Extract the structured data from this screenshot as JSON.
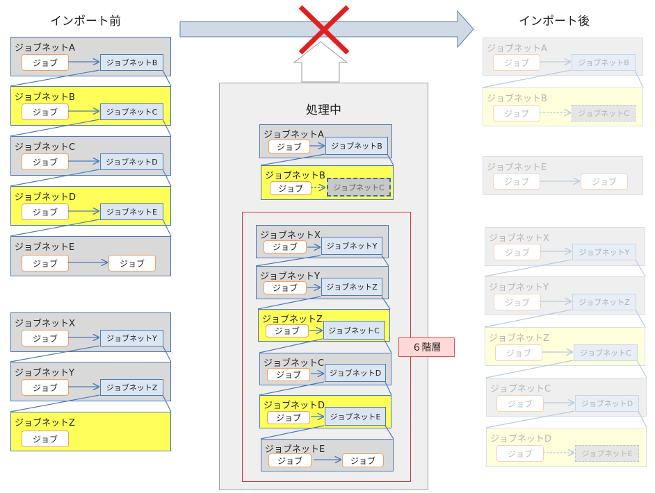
{
  "titles": {
    "before": "インポート前",
    "processing": "処理中",
    "after": "インポート後"
  },
  "job": "ジョブ",
  "layers_label": "６階層",
  "before": {
    "netA": {
      "label": "ジョブネットA",
      "ref": "ジョブネットB"
    },
    "netB": {
      "label": "ジョブネットB",
      "ref": "ジョブネットC"
    },
    "netC": {
      "label": "ジョブネットC",
      "ref": "ジョブネットD"
    },
    "netD": {
      "label": "ジョブネットD",
      "ref": "ジョブネットE"
    },
    "netE": {
      "label": "ジョブネットE"
    },
    "netX": {
      "label": "ジョブネットX",
      "ref": "ジョブネットY"
    },
    "netY": {
      "label": "ジョブネットY",
      "ref": "ジョブネットZ"
    },
    "netZ": {
      "label": "ジョブネットZ"
    }
  },
  "processing": {
    "netA": {
      "label": "ジョブネットA",
      "ref": "ジョブネットB"
    },
    "netB": {
      "label": "ジョブネットB",
      "ref": "ジョブネットC"
    },
    "netX": {
      "label": "ジョブネットX",
      "ref": "ジョブネットY"
    },
    "netY": {
      "label": "ジョブネットY",
      "ref": "ジョブネットZ"
    },
    "netZ": {
      "label": "ジョブネットZ",
      "ref": "ジョブネットC"
    },
    "netC": {
      "label": "ジョブネットC",
      "ref": "ジョブネットD"
    },
    "netD": {
      "label": "ジョブネットD",
      "ref": "ジョブネットE"
    },
    "netE": {
      "label": "ジョブネットE"
    }
  },
  "after": {
    "netA": {
      "label": "ジョブネットA",
      "ref": "ジョブネットB"
    },
    "netB": {
      "label": "ジョブネットB",
      "ref": "ジョブネットC"
    },
    "netE": {
      "label": "ジョブネットE"
    },
    "netX": {
      "label": "ジョブネットX",
      "ref": "ジョブネットY"
    },
    "netY": {
      "label": "ジョブネットY",
      "ref": "ジョブネットZ"
    },
    "netZ": {
      "label": "ジョブネットZ",
      "ref": "ジョブネットC"
    },
    "netC": {
      "label": "ジョブネットC",
      "ref": "ジョブネットD"
    },
    "netD": {
      "label": "ジョブネットD",
      "ref": "ジョブネットE"
    }
  },
  "colors": {
    "gray_net": "#d9d9d9",
    "yellow_net": "#ffff5a",
    "border": "#4a7ab8",
    "job_border": "#f0a060",
    "cross": "#e02020",
    "frame_red": "#e03030"
  }
}
